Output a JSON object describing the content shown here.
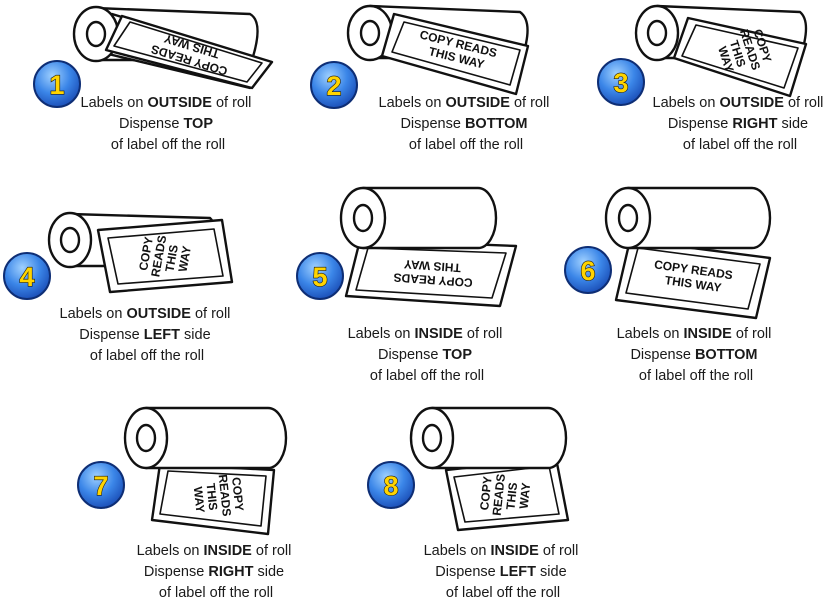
{
  "colors": {
    "badge_outer": "#1b4fb8",
    "badge_inner": "#5aa7ff",
    "badge_text": "#ffd400",
    "ink": "#111111"
  },
  "copy_text": {
    "line1": "COPY READS",
    "line2": "THIS WAY",
    "w1": "COPY",
    "w2": "READS",
    "w3": "THIS",
    "w4": "WAY"
  },
  "panels": [
    {
      "number": "1",
      "l1a": "Labels on ",
      "l1b": "OUTSIDE",
      "l1c": " of roll",
      "l2a": "Dispense ",
      "l2b": "TOP",
      "l2c": "",
      "l3": "of label off the roll"
    },
    {
      "number": "2",
      "l1a": "Labels on ",
      "l1b": "OUTSIDE",
      "l1c": " of roll",
      "l2a": "Dispense ",
      "l2b": "BOTTOM",
      "l2c": "",
      "l3": "of label off the roll"
    },
    {
      "number": "3",
      "l1a": "Labels on ",
      "l1b": "OUTSIDE",
      "l1c": " of roll",
      "l2a": "Dispense ",
      "l2b": "RIGHT",
      "l2c": " side",
      "l3": "of label off the roll"
    },
    {
      "number": "4",
      "l1a": "Labels on ",
      "l1b": "OUTSIDE",
      "l1c": " of roll",
      "l2a": "Dispense ",
      "l2b": "LEFT",
      "l2c": " side",
      "l3": "of label off the roll"
    },
    {
      "number": "5",
      "l1a": "Labels on ",
      "l1b": "INSIDE",
      "l1c": " of roll",
      "l2a": "Dispense ",
      "l2b": "TOP",
      "l2c": "",
      "l3": "of label off the roll"
    },
    {
      "number": "6",
      "l1a": "Labels on ",
      "l1b": "INSIDE",
      "l1c": " of roll",
      "l2a": "Dispense ",
      "l2b": "BOTTOM",
      "l2c": "",
      "l3": "of label off the roll"
    },
    {
      "number": "7",
      "l1a": "Labels on ",
      "l1b": "INSIDE",
      "l1c": " of roll",
      "l2a": "Dispense ",
      "l2b": "RIGHT",
      "l2c": " side",
      "l3": "of label off the roll"
    },
    {
      "number": "8",
      "l1a": "Labels on ",
      "l1b": "INSIDE",
      "l1c": " of roll",
      "l2a": "Dispense ",
      "l2b": "LEFT",
      "l2c": " side",
      "l3": "of label off the roll"
    }
  ]
}
